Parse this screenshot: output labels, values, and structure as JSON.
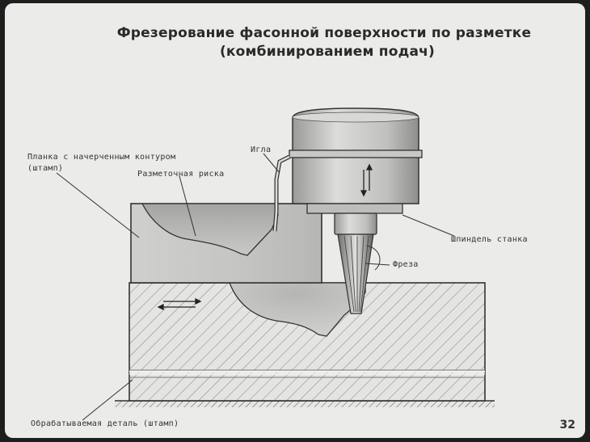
{
  "title": {
    "line1": "Фрезерование фасонной поверхности по разметке",
    "line2": "(комбинированием подач)"
  },
  "labels": {
    "plate": "Планка с начерченным контуром",
    "plate_note": "(штамп)",
    "needle": "Игла",
    "marking_line": "Разметочная риска",
    "spindle": "Шпиндель станка",
    "cutter": "Фреза",
    "workpiece": "Обрабатываемая деталь (штамп)"
  },
  "page_number": "32"
}
